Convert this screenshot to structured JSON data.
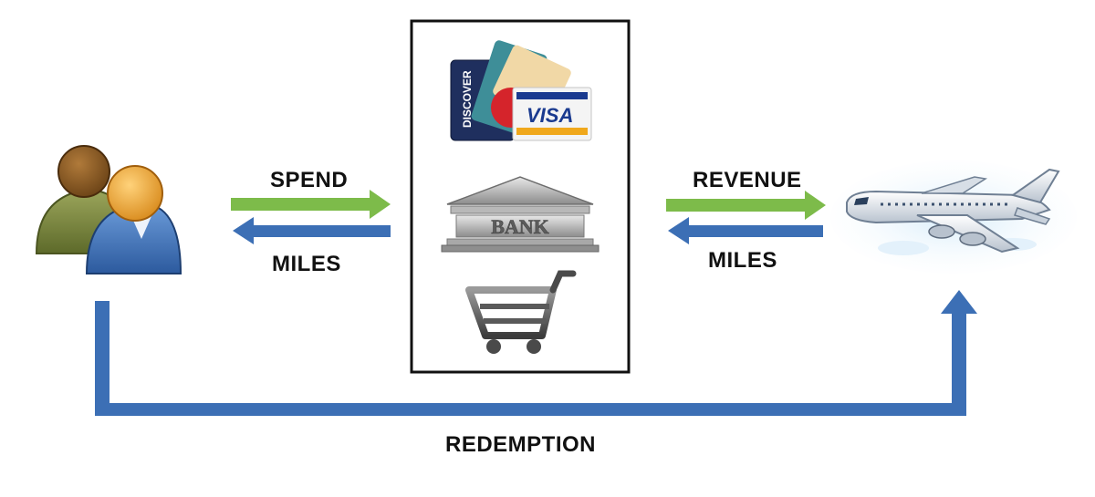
{
  "labels": {
    "spend": "SPEND",
    "miles_left": "MILES",
    "revenue": "REVENUE",
    "miles_right": "MILES",
    "redemption": "REDEMPTION"
  },
  "cards": {
    "visa": "VISA",
    "discover": "DISCOVER"
  },
  "bank_sign": "BANK",
  "icons": [
    "users-icon",
    "credit-cards-icon",
    "bank-icon",
    "shopping-cart-icon",
    "airplane-icon"
  ],
  "colors": {
    "green_arrow": "#7dbb4a",
    "blue_arrow": "#3c6fb5",
    "box_border": "#111111"
  }
}
